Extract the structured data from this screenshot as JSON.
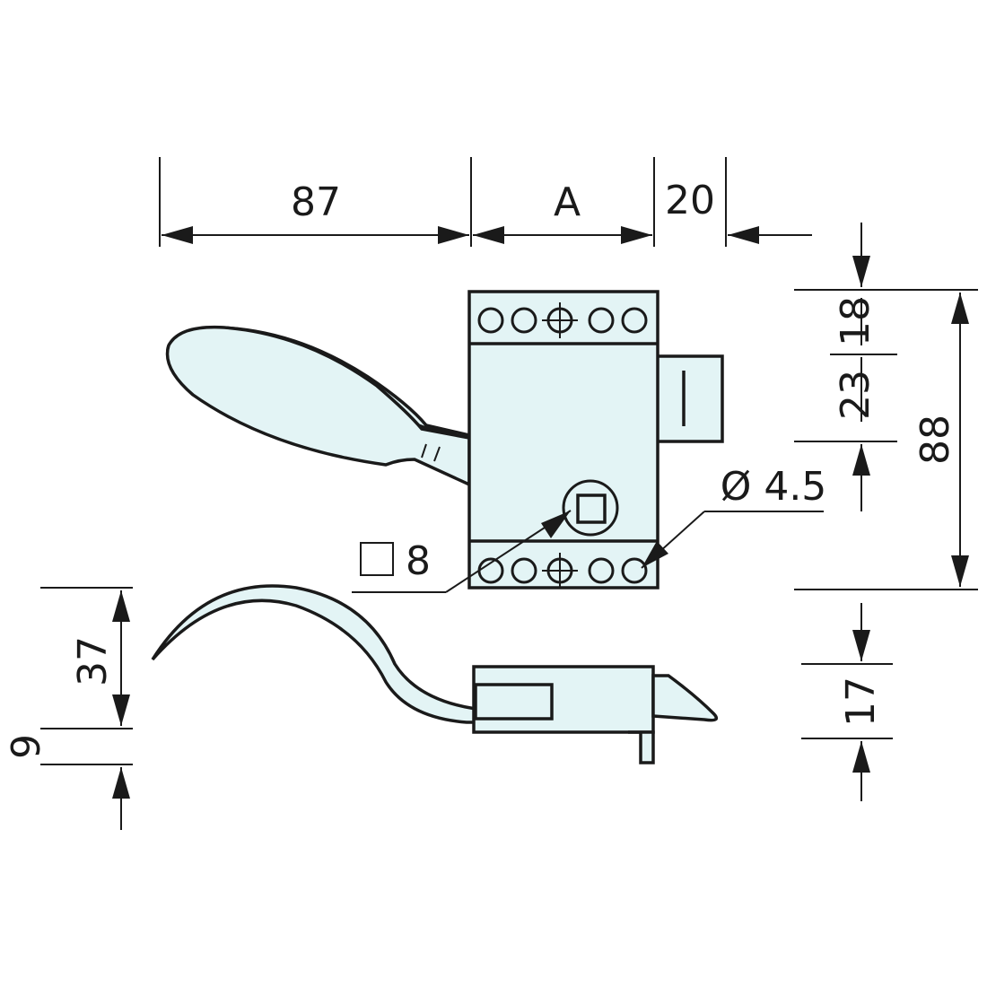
{
  "colors": {
    "part_fill": "#e3f4f5",
    "line": "#1a1a1a",
    "background": "#ffffff"
  },
  "dimensions": {
    "handle_length": "87",
    "body_width": "A",
    "bolt_projection": "20",
    "top_plate": "18",
    "bolt_height": "23",
    "total_height": "88",
    "hole_diameter": "Ø 4.5",
    "square_size": "8",
    "handle_rise": "37",
    "base_offset": "9",
    "side_depth": "17"
  },
  "icons": {
    "square_symbol": "square-outline-icon"
  }
}
